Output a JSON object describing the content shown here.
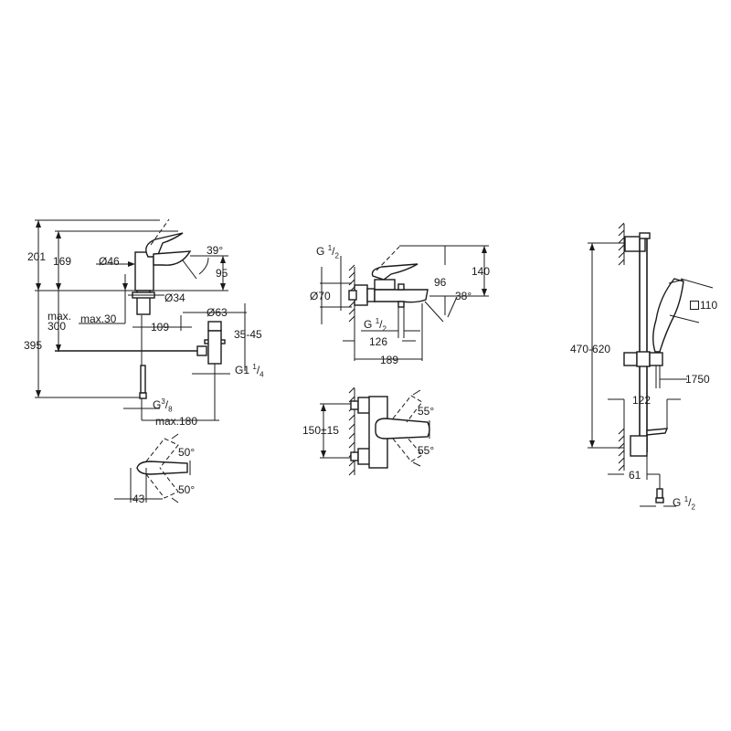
{
  "basin_mixer": {
    "height_total": "201",
    "height_spout": "169",
    "spout_diameter": "Ø46",
    "spout_angle": "39°",
    "spout_height": "95",
    "shank_diameter": "Ø34",
    "max_thickness_label": "max.",
    "max_thickness_value": "300",
    "max_30": "max.30",
    "waste_distance": "109",
    "waste_diameter": "Ø63",
    "waste_range": "35-45",
    "depth_total": "395",
    "waste_thread": "G1",
    "waste_thread_frac_num": "1",
    "waste_thread_frac_den": "4",
    "hose_thread": "G",
    "hose_thread_frac_num": "3",
    "hose_thread_frac_den": "8",
    "max_180": "max.180",
    "top_view_angle_1": "50°",
    "top_view_angle_2": "50°",
    "top_view_width": "43"
  },
  "bath_mixer": {
    "inlet_thread": "G",
    "inlet_thread_frac_num": "1",
    "inlet_thread_frac_den": "2",
    "escutcheon_diameter": "Ø70",
    "height": "140",
    "spout_height": "96",
    "spout_angle": "38°",
    "outlet_thread": "G",
    "outlet_thread_frac_num": "1",
    "outlet_thread_frac_den": "2",
    "outlet_distance": "126",
    "projection": "189",
    "centers": "150±15",
    "angle_top": "55°",
    "angle_bottom": "55°"
  },
  "shower_rail": {
    "rail_height": "470-620",
    "head_size": "110",
    "hose_length": "1750",
    "hand_shower_projection": "122",
    "wall_projection": "61",
    "connection_thread": "G",
    "connection_frac_num": "1",
    "connection_frac_den": "2"
  }
}
